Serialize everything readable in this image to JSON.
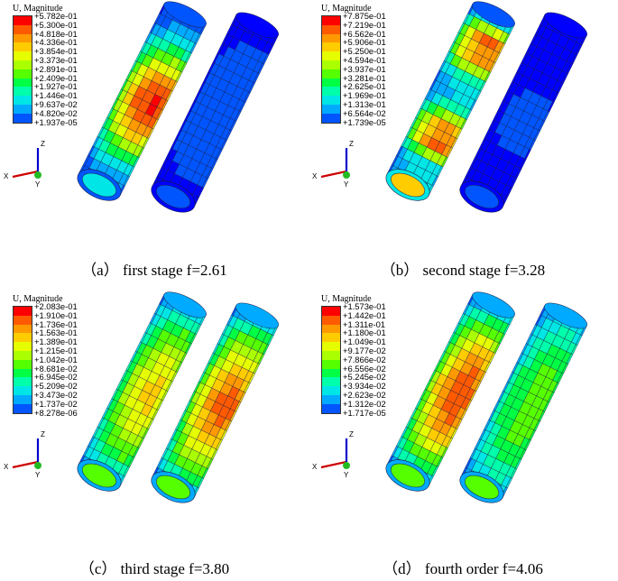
{
  "panels": [
    {
      "legend_title": "U, Magnitude",
      "legend_values": [
        "+5.782e-01",
        "+5.300e-01",
        "+4.818e-01",
        "+4.336e-01",
        "+3.854e-01",
        "+3.373e-01",
        "+2.891e-01",
        "+2.409e-01",
        "+1.927e-01",
        "+1.446e-01",
        "+9.637e-02",
        "+4.820e-02",
        "+1.937e-05"
      ],
      "caption": "（a） first stage f=2.61",
      "axis_x": "X",
      "axis_y": "Y",
      "axis_z": "Z"
    },
    {
      "legend_title": "U, Magnitude",
      "legend_values": [
        "+7.875e-01",
        "+7.219e-01",
        "+6.562e-01",
        "+5.906e-01",
        "+5.250e-01",
        "+4.594e-01",
        "+3.937e-01",
        "+3.281e-01",
        "+2.625e-01",
        "+1.969e-01",
        "+1.313e-01",
        "+6.564e-02",
        "+1.739e-05"
      ],
      "caption": "（b） second stage f=3.28",
      "axis_x": "X",
      "axis_y": "Y",
      "axis_z": "Z"
    },
    {
      "legend_title": "U, Magnitude",
      "legend_values": [
        "+2.083e-01",
        "+1.910e-01",
        "+1.736e-01",
        "+1.563e-01",
        "+1.389e-01",
        "+1.215e-01",
        "+1.042e-01",
        "+8.681e-02",
        "+6.945e-02",
        "+5.209e-02",
        "+3.473e-02",
        "+1.737e-02",
        "+8.278e-06"
      ],
      "caption": "（c） third stage f=3.80",
      "axis_x": "X",
      "axis_y": "Y",
      "axis_z": "Z"
    },
    {
      "legend_title": "U, Magnitude",
      "legend_values": [
        "+1.573e-01",
        "+1.442e-01",
        "+1.311e-01",
        "+1.180e-01",
        "+1.049e-01",
        "+9.177e-02",
        "+7.866e-02",
        "+6.556e-02",
        "+5.245e-02",
        "+3.934e-02",
        "+2.623e-02",
        "+1.312e-02",
        "+1.717e-05"
      ],
      "caption": "（d） fourth order f=4.06",
      "axis_x": "X",
      "axis_y": "Y",
      "axis_z": "Z"
    }
  ],
  "colormap": [
    "#ff0000",
    "#ff5a00",
    "#ff9900",
    "#ffcc00",
    "#e6ff00",
    "#aaff00",
    "#55ff00",
    "#00ff44",
    "#00ffaa",
    "#00e6e6",
    "#00aaff",
    "#0055ff",
    "#0000ff"
  ],
  "contours": [
    {
      "left": [
        0.05,
        0.2,
        0.55,
        0.9,
        1.0,
        0.9,
        0.6,
        0.25,
        0.1
      ],
      "right": [
        0.02,
        0.05,
        0.08,
        0.1,
        0.1,
        0.1,
        0.08,
        0.05,
        0.02
      ]
    },
    {
      "left": [
        0.1,
        0.9,
        0.85,
        0.3,
        0.2,
        0.8,
        0.9,
        0.2,
        0.3
      ],
      "right": [
        0.02,
        0.04,
        0.04,
        0.04,
        0.06,
        0.06,
        0.04,
        0.04,
        0.02
      ]
    },
    {
      "left": [
        0.2,
        0.45,
        0.6,
        0.7,
        0.75,
        0.7,
        0.6,
        0.45,
        0.2
      ],
      "right": [
        0.2,
        0.5,
        0.7,
        0.85,
        0.95,
        0.85,
        0.7,
        0.5,
        0.2
      ]
    },
    {
      "left": [
        0.2,
        0.5,
        0.75,
        0.9,
        0.95,
        0.9,
        0.75,
        0.5,
        0.2
      ],
      "right": [
        0.2,
        0.35,
        0.45,
        0.5,
        0.5,
        0.5,
        0.45,
        0.35,
        0.2
      ]
    }
  ]
}
